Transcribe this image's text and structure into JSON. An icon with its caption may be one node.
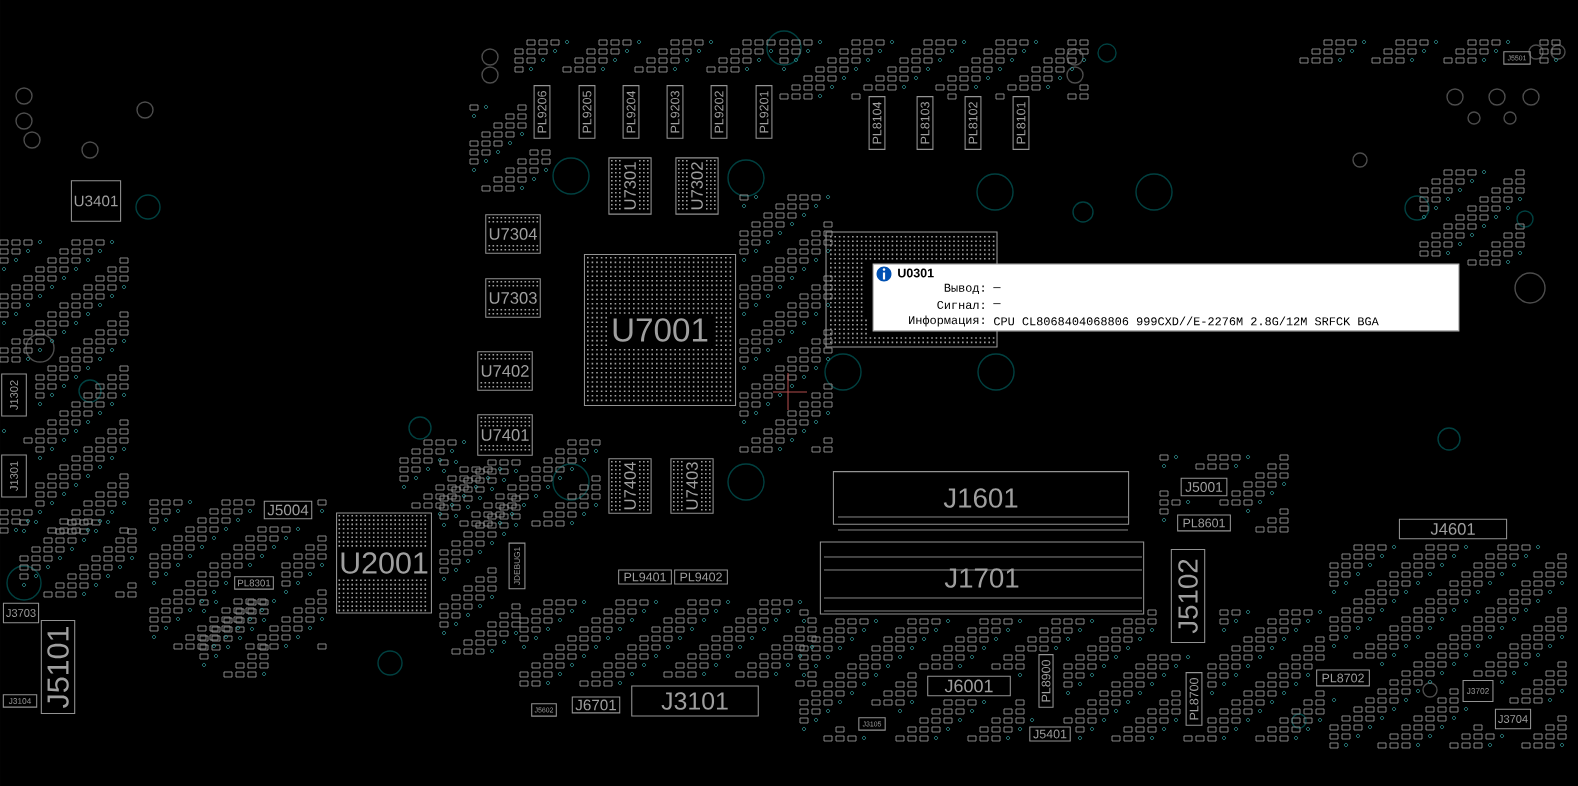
{
  "diagram": {
    "nodes": [
      {
        "text": [
          "U3401"
        ]
      },
      {
        "text": [
          "PL9206"
        ]
      },
      {
        "text": [
          "PL9205"
        ]
      },
      {
        "text": [
          "PL9204"
        ]
      },
      {
        "text": [
          "PL9203"
        ]
      },
      {
        "text": [
          "PL9202"
        ]
      },
      {
        "text": [
          "PL9201"
        ]
      },
      {
        "text": [
          "PL8104"
        ]
      },
      {
        "text": [
          "PL8103"
        ]
      },
      {
        "text": [
          "PL8102"
        ]
      },
      {
        "text": [
          "PL8101"
        ]
      },
      {
        "text": [
          "J5501"
        ]
      },
      {
        "text": [
          "U7301"
        ]
      },
      {
        "text": [
          "U7302"
        ]
      },
      {
        "text": [
          "U7304"
        ]
      },
      {
        "text": [
          "U7303"
        ]
      },
      {
        "text": [
          "U7001"
        ]
      },
      {
        "text": [
          "U7402"
        ]
      },
      {
        "text": [
          "J1302"
        ]
      },
      {
        "text": [
          "U7401"
        ]
      },
      {
        "text": [
          "J1301"
        ]
      },
      {
        "text": [
          "U7404"
        ]
      },
      {
        "text": [
          "U7403"
        ]
      },
      {
        "text": [
          "J1601"
        ]
      },
      {
        "text": [
          "J5001"
        ]
      },
      {
        "text": [
          "J5004"
        ]
      },
      {
        "text": [
          "PL8601"
        ]
      },
      {
        "text": [
          "J4601"
        ]
      },
      {
        "text": [
          "U2001"
        ]
      },
      {
        "text": [
          "JDEBUG1"
        ]
      },
      {
        "text": [
          "J1701"
        ]
      },
      {
        "text": [
          "PL9401"
        ]
      },
      {
        "text": [
          "PL9402"
        ]
      },
      {
        "text": [
          "PL8301"
        ]
      },
      {
        "text": [
          "J5102"
        ]
      },
      {
        "text": [
          "J3703"
        ]
      },
      {
        "text": [
          "J5101"
        ]
      },
      {
        "text": [
          "PL8702"
        ]
      },
      {
        "text": [
          "PL8900"
        ]
      },
      {
        "text": [
          "J6001"
        ]
      },
      {
        "text": [
          "J3702"
        ]
      },
      {
        "text": [
          "PL8700"
        ]
      },
      {
        "text": [
          "J3104"
        ]
      },
      {
        "text": [
          "J3101"
        ]
      },
      {
        "text": [
          "J6701"
        ]
      },
      {
        "text": [
          "J5602"
        ]
      },
      {
        "text": [
          "J3105"
        ]
      },
      {
        "text": [
          "J3704"
        ]
      },
      {
        "text": [
          "J5401"
        ]
      },
      {
        "text": [
          "U0301",
          "Вывод:",
          "—",
          "Сигнал:",
          "—",
          "Информация:",
          "CPU CL8068404068806 999CXD//E-2276M 2.8G/12M SRFCK BGA"
        ]
      }
    ]
  }
}
